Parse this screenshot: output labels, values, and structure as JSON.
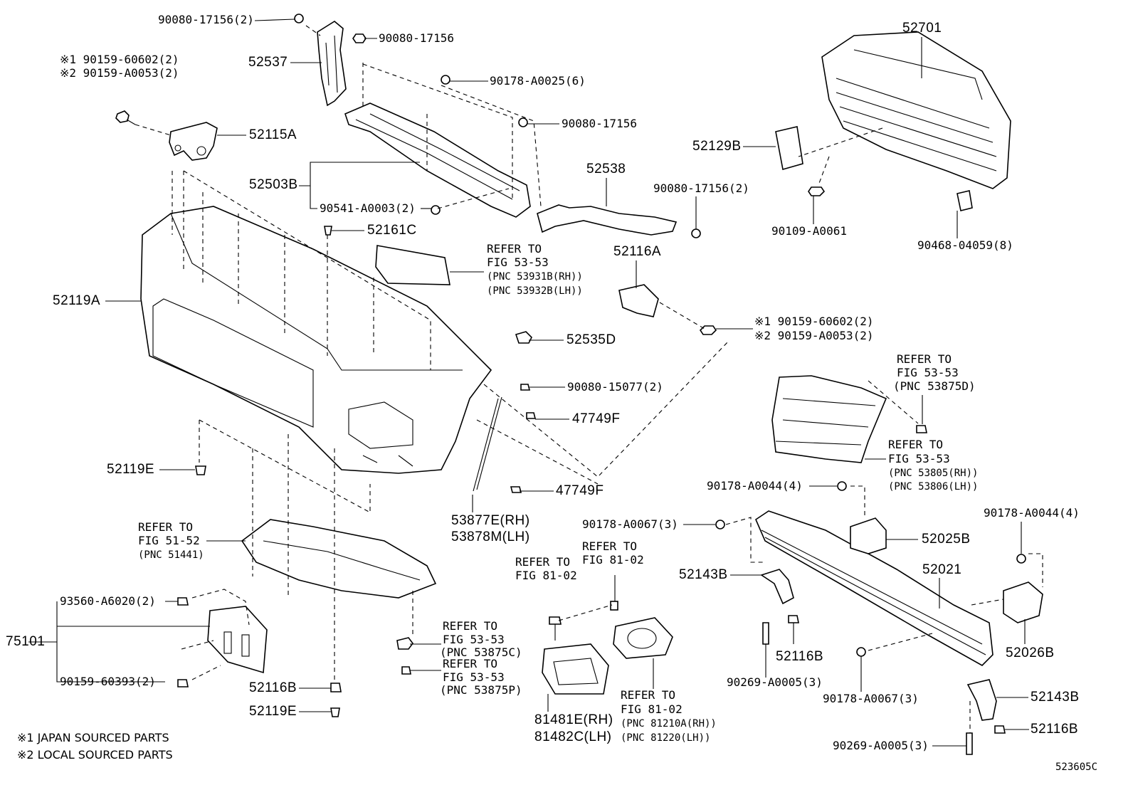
{
  "figure_code": "523605C",
  "notes": [
    "※1 JAPAN SOURCED PARTS",
    "※2 LOCAL SOURCED PARTS"
  ],
  "labels": {
    "l_90080_17156_2_top": "90080-17156(2)",
    "l_90080_17156_a": "90080-17156",
    "l_52537": "52537",
    "l_90159_606_1": "※1 90159-60602(2)",
    "l_90159_a53_2": "※2 90159-A0053(2)",
    "l_52115a": "52115A",
    "l_90178_a0025": "90178-A0025(6)",
    "l_90080_17156_b": "90080-17156",
    "l_52503b": "52503B",
    "l_90541": "90541-A0003(2)",
    "l_52538": "52538",
    "l_90080_17156_2_mid": "90080-17156(2)",
    "l_52701": "52701",
    "l_52129b": "52129B",
    "l_90109": "90109-A0061",
    "l_90468": "90468-04059(8)",
    "l_52161c": "52161C",
    "l_refer_5353_a1": "REFER TO",
    "l_refer_5353_a2": "FIG 53-53",
    "l_refer_5353_a3": "(PNC 53931B(RH))",
    "l_refer_5353_a4": "(PNC 53932B(LH))",
    "l_52116a": "52116A",
    "l_52119a": "52119A",
    "l_90159_606_r1": "※1 90159-60602(2)",
    "l_90159_a53_r2": "※2 90159-A0053(2)",
    "l_52535d": "52535D",
    "l_90080_15077": "90080-15077(2)",
    "l_47749f_a": "47749F",
    "l_47749f_b": "47749F",
    "l_refer_5353_b1": "REFER TO",
    "l_refer_5353_b2": "FIG 53-53",
    "l_refer_5353_b3": "(PNC 53875D)",
    "l_refer_5353_c1": "REFER TO",
    "l_refer_5353_c2": "FIG 53-53",
    "l_refer_5353_c3": "(PNC 53805(RH))",
    "l_refer_5353_c4": "(PNC 53806(LH))",
    "l_52119e_a": "52119E",
    "l_90178_a0044_a": "90178-A0044(4)",
    "l_53877e": "53877E(RH)",
    "l_53878m": "53878M(LH)",
    "l_refer_5152_1": "REFER TO",
    "l_refer_5152_2": "FIG 51-52",
    "l_refer_5152_3": "(PNC 51441)",
    "l_90178_a0067_a": "90178-A0067(3)",
    "l_refer_8102_a1": "REFER TO",
    "l_refer_8102_a2": "FIG 81-02",
    "l_refer_8102_b1": "REFER TO",
    "l_refer_8102_b2": "FIG 81-02",
    "l_52025b": "52025B",
    "l_90178_a0044_b": "90178-A0044(4)",
    "l_52143b_a": "52143B",
    "l_52021": "52021",
    "l_93560": "93560-A6020(2)",
    "l_75101": "75101",
    "l_90159_60393": "90159-60393(2)",
    "l_refer_5353_d1": "REFER TO",
    "l_refer_5353_d2": "FIG 53-53",
    "l_refer_5353_d3": "(PNC 53875C)",
    "l_refer_5353_e1": "REFER TO",
    "l_refer_5353_e2": "FIG 53-53",
    "l_refer_5353_e3": "(PNC 53875P)",
    "l_52116b_a": "52116B",
    "l_52026b": "52026B",
    "l_52116b_b": "52116B",
    "l_52119e_b": "52119E",
    "l_90269_a": "90269-A0005(3)",
    "l_90178_a0067_b": "90178-A0067(3)",
    "l_refer_8102_c1": "REFER TO",
    "l_refer_8102_c2": "FIG 81-02",
    "l_refer_8102_c3": "(PNC 81210A(RH))",
    "l_refer_8102_c4": "(PNC 81220(LH))",
    "l_81481e": "81481E(RH)",
    "l_81482c": "81482C(LH)",
    "l_52143b_b": "52143B",
    "l_52116b_c": "52116B",
    "l_90269_b": "90269-A0005(3)"
  }
}
